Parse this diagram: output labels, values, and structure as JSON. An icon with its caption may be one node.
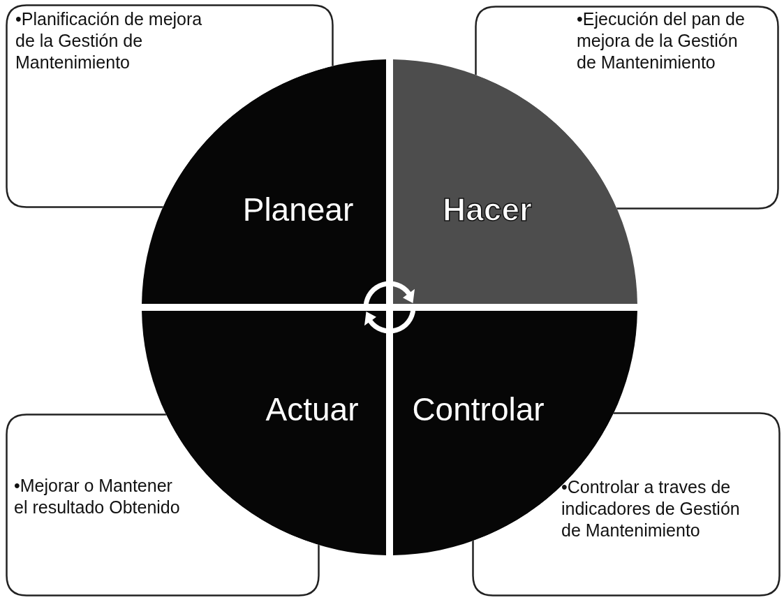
{
  "diagram": {
    "nodes": [
      {
        "text": [
          "•Planificación de mejora de la Gestión de Mantenimiento"
        ]
      },
      {
        "text": [
          "Planear"
        ]
      },
      {
        "text": [
          "Hacer"
        ]
      },
      {
        "text": [
          "•Ejecución del pan de mejora de la Gestión de Mantenimiento"
        ]
      },
      {
        "text": [
          "•Mejorar o Mantener el resultado Obtenido"
        ]
      },
      {
        "text": [
          "Actuar"
        ]
      },
      {
        "text": [
          "Controlar"
        ]
      },
      {
        "text": [
          "•Controlar a traves de indicadores de Gestión de Mantenimiento"
        ]
      }
    ]
  }
}
